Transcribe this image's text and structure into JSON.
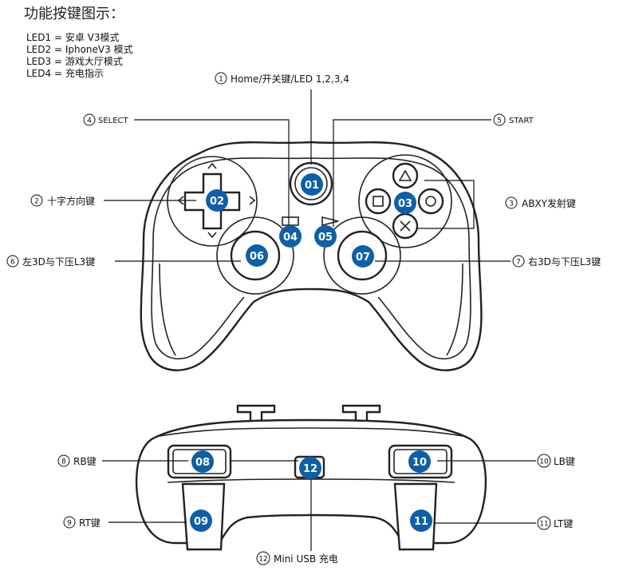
{
  "title": "功能按键图示：",
  "led_list": [
    "LED1 = 安卓 V3模式",
    "LED2 = IphoneV3 模式",
    "LED3 = 游戏大厅模式",
    "LED4 = 充电指示"
  ],
  "colors": {
    "badge": "#0f5fa8",
    "outline": "#222222",
    "text": "#111111"
  },
  "badges": {
    "b01": "01",
    "b02": "02",
    "b03": "03",
    "b04": "04",
    "b05": "05",
    "b06": "06",
    "b07": "07",
    "b08": "08",
    "b09": "09",
    "b10": "10",
    "b11": "11",
    "b12": "12"
  },
  "labels": {
    "l1": {
      "num": "1",
      "text": "Home/开关键/LED 1,2,3,4"
    },
    "l2": {
      "num": "2",
      "text": "十字方向键"
    },
    "l3": {
      "num": "3",
      "text": "ABXY发射键"
    },
    "l4": {
      "num": "4",
      "text": "SELECT"
    },
    "l5": {
      "num": "5",
      "text": "START"
    },
    "l6": {
      "num": "6",
      "text": "左3D与下压L3键"
    },
    "l7": {
      "num": "7",
      "text": "右3D与下压L3键"
    },
    "l8": {
      "num": "8",
      "text": "RB键"
    },
    "l9": {
      "num": "9",
      "text": "RT键"
    },
    "l10": {
      "num": "10",
      "text": "LB键"
    },
    "l11": {
      "num": "11",
      "text": "LT键"
    },
    "l12": {
      "num": "12",
      "text": "Mini USB 充电"
    }
  }
}
